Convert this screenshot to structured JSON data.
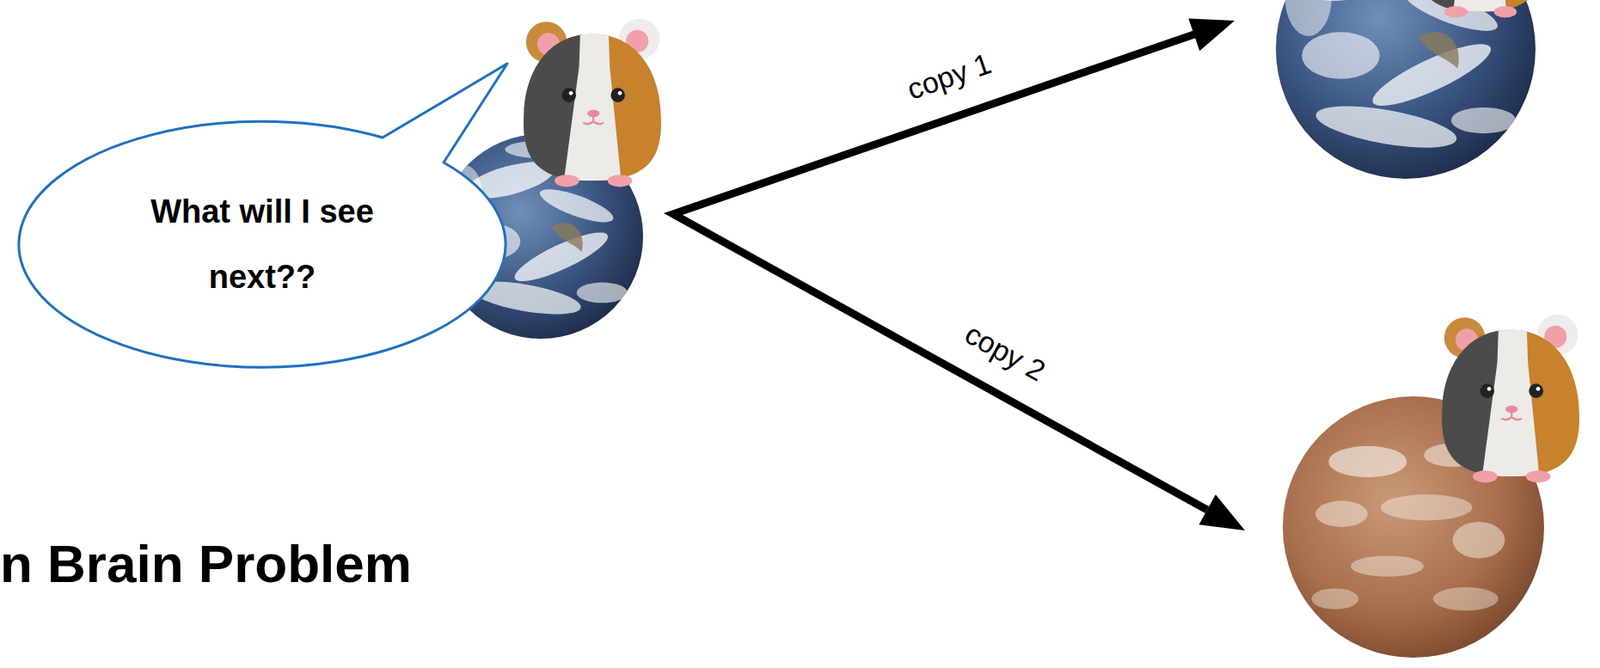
{
  "diagram": {
    "nodes": [
      {
        "text": [
          "What will I see next??"
        ]
      }
    ],
    "labels": [
      "copy 1",
      "copy 2",
      "n Brain Problem"
    ]
  }
}
